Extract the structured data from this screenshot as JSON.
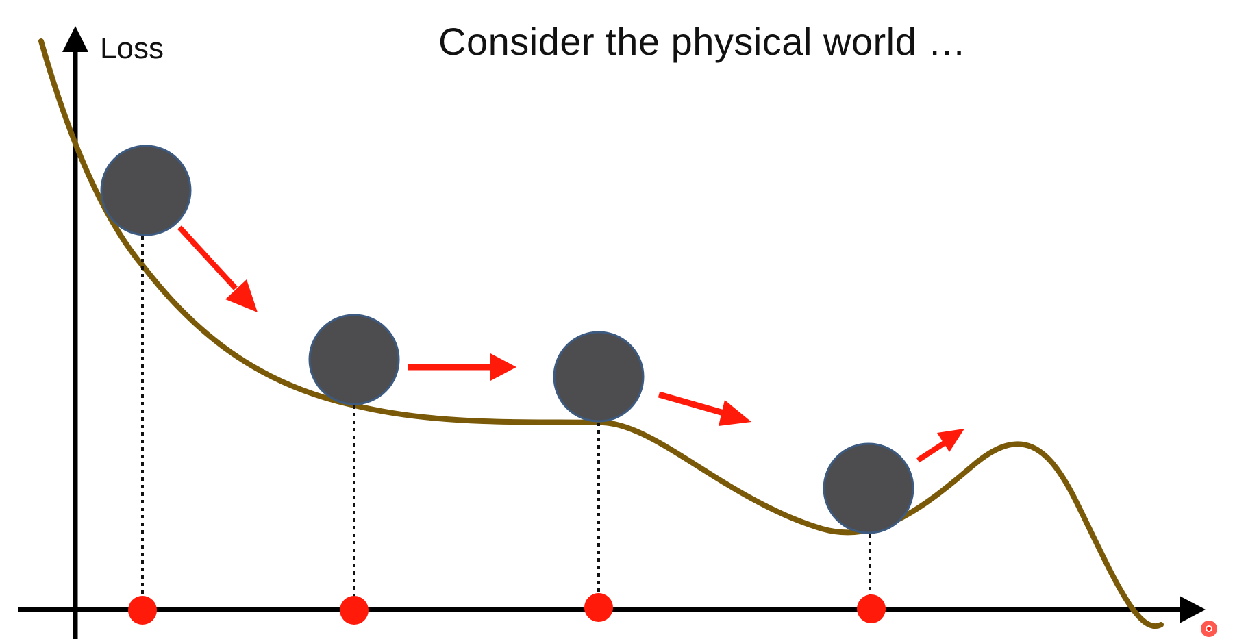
{
  "slide": {
    "title": "Consider the physical world …"
  },
  "axes": {
    "y_label": "Loss"
  },
  "colors": {
    "curve": "#7a5a08",
    "ball": "#4d4d4f",
    "ball_outline": "#3d5a80",
    "arrow": "#ff1a0a",
    "marker": "#ff1a0a",
    "axis": "#000000",
    "dotted": "#111111"
  },
  "diagram": {
    "ball_count": 4,
    "arrow_count": 4,
    "marker_count": 4
  }
}
